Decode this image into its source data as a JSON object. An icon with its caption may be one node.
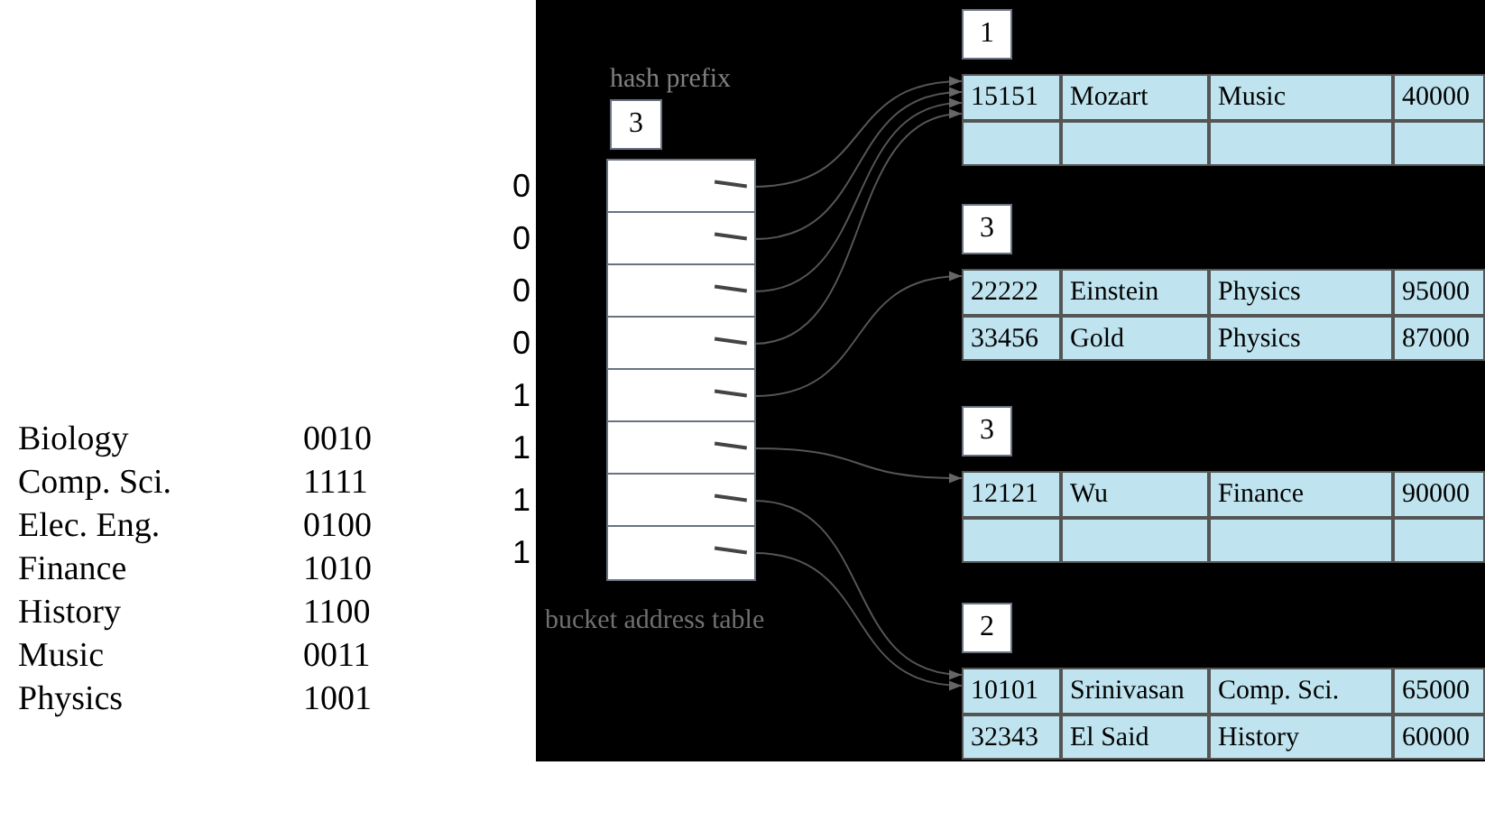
{
  "diagram": {
    "nodes": [
      {
        "text": [
          "3"
        ],
        "beside": [
          "hash prefix"
        ]
      },
      {
        "text": [],
        "shape": "box",
        "beside": [
          "bucket address table"
        ]
      },
      {
        "text": [],
        "shape": "box",
        "in": 1
      },
      {
        "text": [],
        "shape": "box",
        "in": 1
      },
      {
        "text": [],
        "shape": "box",
        "in": 1
      },
      {
        "text": [],
        "shape": "box",
        "in": 1
      },
      {
        "text": [],
        "shape": "box",
        "in": 1
      },
      {
        "text": [],
        "shape": "box",
        "in": 1
      },
      {
        "text": [],
        "shape": "box",
        "in": 1
      },
      {
        "text": [],
        "shape": "box",
        "in": 1
      },
      {
        "text": [
          "1",
          "15151",
          "Mozart",
          "Music",
          "40000"
        ]
      },
      {
        "text": [
          "3",
          "22222",
          "Einstein",
          "Physics",
          "95000",
          "33456",
          "Gold",
          "Physics",
          "87000"
        ]
      },
      {
        "text": [
          "3",
          "12121",
          "Wu",
          "Finance",
          "90000"
        ]
      },
      {
        "text": [
          "2",
          "10101",
          "Srinivasan",
          "Comp. Sci.",
          "65000",
          "32343",
          "El Said",
          "History",
          "60000"
        ]
      }
    ],
    "edges": [
      {
        "from": 2,
        "to": 10,
        "arrow": "to"
      },
      {
        "from": 3,
        "to": 10,
        "arrow": "to"
      },
      {
        "from": 4,
        "to": 10,
        "arrow": "to"
      },
      {
        "from": 5,
        "to": 10,
        "arrow": "to"
      },
      {
        "from": 6,
        "to": 11,
        "arrow": "to"
      },
      {
        "from": 7,
        "to": 12,
        "arrow": "to"
      },
      {
        "from": 8,
        "to": 13,
        "arrow": "to"
      },
      {
        "from": 9,
        "to": 13,
        "arrow": "to"
      }
    ],
    "labels": [
      "0",
      "0",
      "0",
      "0",
      "1",
      "1",
      "1",
      "1",
      "Biology",
      "0010",
      "Comp. Sci.",
      "1111",
      "Elec. Eng.",
      "0100",
      "Finance",
      "1010",
      "History",
      "1100",
      "Music",
      "0011",
      "Physics",
      "1001"
    ]
  }
}
